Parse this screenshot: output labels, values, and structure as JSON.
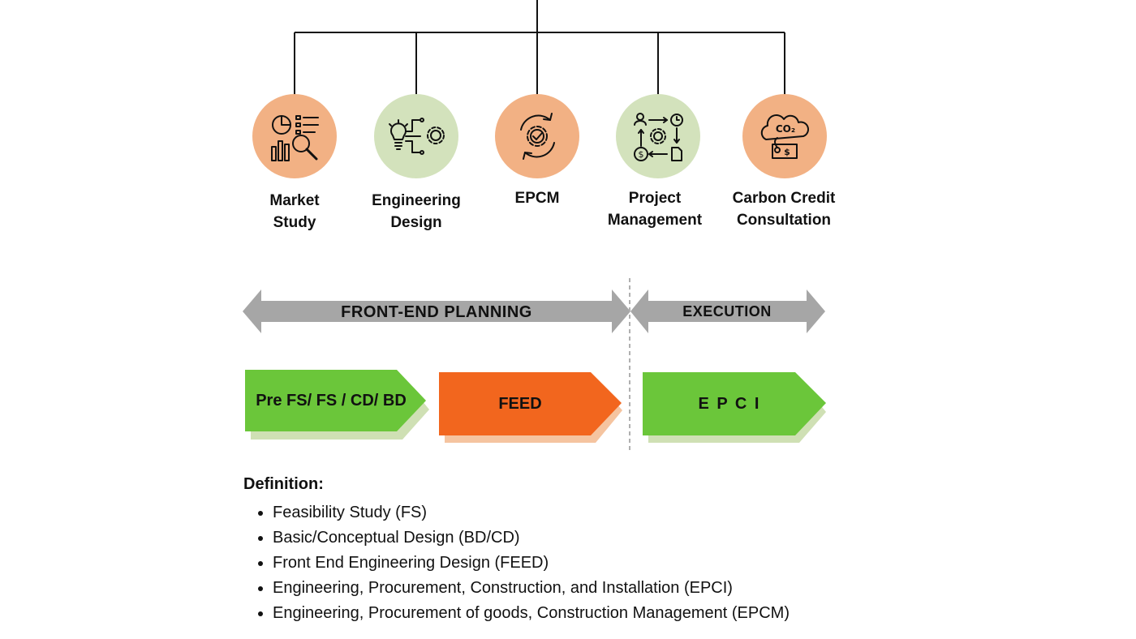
{
  "services": [
    {
      "id": "market-study",
      "lines": [
        "Market",
        "Study"
      ],
      "icon": "market-analysis-icon",
      "color": "#F2B184"
    },
    {
      "id": "engineering-design",
      "lines": [
        "Engineering",
        "Design"
      ],
      "icon": "lightbulb-gear-icon",
      "color": "#D3E2BC"
    },
    {
      "id": "epcm",
      "lines": [
        "EPCM"
      ],
      "icon": "cycle-gear-check-icon",
      "color": "#F2B184"
    },
    {
      "id": "project-management",
      "lines": [
        "Project",
        "Management"
      ],
      "icon": "workflow-icon",
      "color": "#D3E2BC"
    },
    {
      "id": "carbon-credit",
      "lines": [
        "Carbon Credit",
        "Consultation"
      ],
      "icon": "co2-cloud-icon",
      "color": "#F2B184"
    }
  ],
  "phases": {
    "front_end": "FRONT-END PLANNING",
    "execution": "EXECUTION"
  },
  "stages": [
    {
      "id": "pre-fs",
      "label": "Pre FS/ FS / CD/ BD",
      "color": "#6BC63A",
      "shadow": "#CFE0B4"
    },
    {
      "id": "feed",
      "label": "FEED",
      "color": "#F2661E",
      "shadow": "#F5C4A0"
    },
    {
      "id": "epci",
      "label": "E P C I",
      "color": "#6BC63A",
      "shadow": "#CFE0B4"
    }
  ],
  "definition": {
    "title": "Definition:",
    "items": [
      "Feasibility Study (FS)",
      "Basic/Conceptual Design (BD/CD)",
      "Front End Engineering Design (FEED)",
      "Engineering, Procurement, Construction, and Installation (EPCI)",
      "Engineering, Procurement of goods, Construction Management (EPCM)"
    ]
  },
  "colors": {
    "arrow_gray": "#A6A6A6",
    "line": "#111111",
    "divider": "#B0B0B0"
  }
}
